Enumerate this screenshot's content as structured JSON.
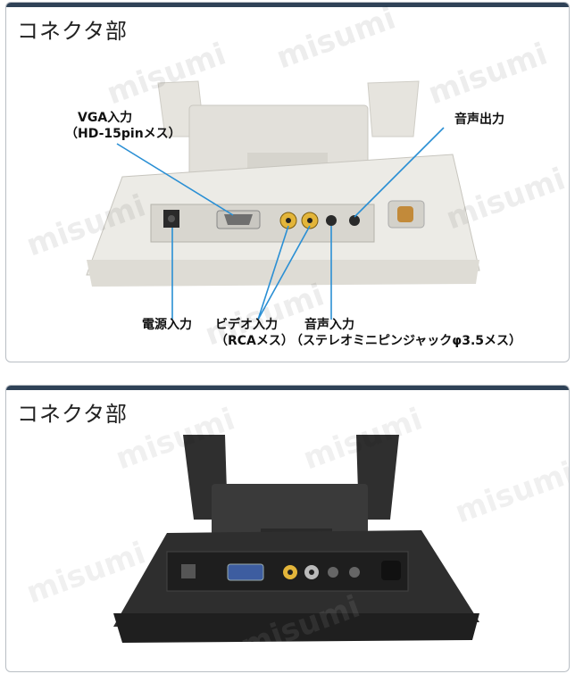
{
  "sections": [
    {
      "title": "コネクタ部",
      "labels": {
        "vga_line1": "VGA入力",
        "vga_line2": "（HD-15pinメス）",
        "audio_out": "音声出力",
        "power_in": "電源入力",
        "video_line1": "ビデオ入力",
        "video_line2": "（RCAメス）",
        "audio_in_line1": "音声入力",
        "audio_in_line2": "（ステレオミニピンジャックφ3.5メス）"
      }
    },
    {
      "title": "コネクタ部"
    }
  ],
  "watermark": "misumi",
  "colors": {
    "header_bar": "#2f4257",
    "leader_line": "#2a8fd4",
    "monitor_white": "#e9e7e1",
    "monitor_black": "#2b2b2b"
  }
}
